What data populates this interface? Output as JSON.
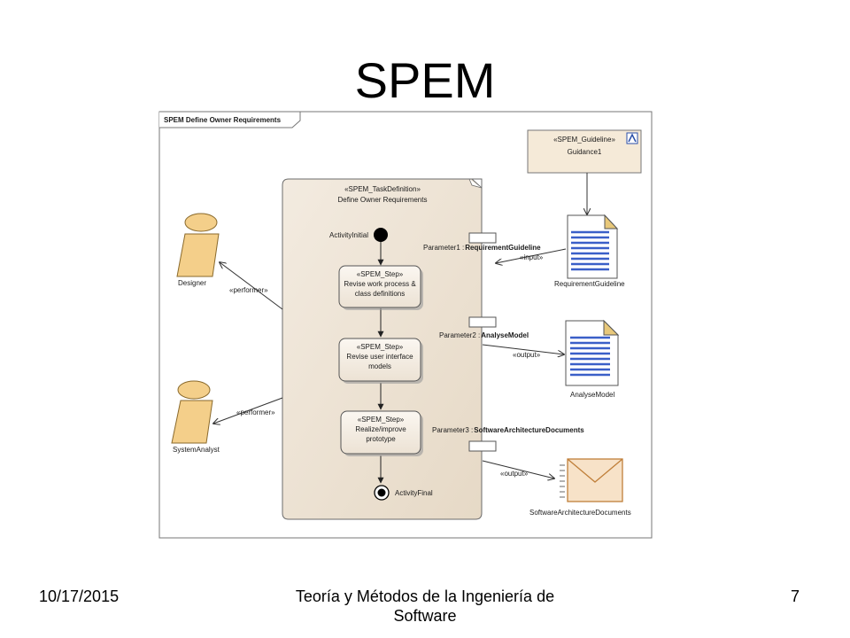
{
  "slide": {
    "title": "SPEM",
    "date": "10/17/2015",
    "footer_center": "Teoría y Métodos de la Ingeniería de Software",
    "page_number": "7"
  },
  "frame": {
    "label": "SPEM Define Owner Requirements"
  },
  "task": {
    "stereotype": "«SPEM_TaskDefinition»",
    "name": "Define Owner Requirements"
  },
  "activity_initial": "ActivityInitial",
  "activity_final": "ActivityFinal",
  "steps": [
    {
      "stereotype": "«SPEM_Step»",
      "line1": "Revise work process &",
      "line2": "class definitions"
    },
    {
      "stereotype": "«SPEM_Step»",
      "line1": "Revise user interface",
      "line2": "models"
    },
    {
      "stereotype": "«SPEM_Step»",
      "line1": "Realize/improve",
      "line2": "prototype"
    }
  ],
  "roles": [
    {
      "name": "Designer",
      "relation": "«performer»"
    },
    {
      "name": "SystemAnalyst",
      "relation": "«performer»"
    }
  ],
  "guideline": {
    "stereotype": "«SPEM_Guideline»",
    "name": "Guidance1"
  },
  "parameters": [
    {
      "label": "Parameter1 :",
      "type": "RequirementGuideline",
      "relation": "«input»",
      "artifact": "RequirementGuideline"
    },
    {
      "label": "Parameter2 :",
      "type": "AnalyseModel",
      "relation": "«output»",
      "artifact": "AnalyseModel"
    },
    {
      "label": "Parameter3 :",
      "type": "SoftwareArchitectureDocuments",
      "relation": "«output»",
      "artifact": "SoftwareArchitectureDocuments"
    }
  ]
}
